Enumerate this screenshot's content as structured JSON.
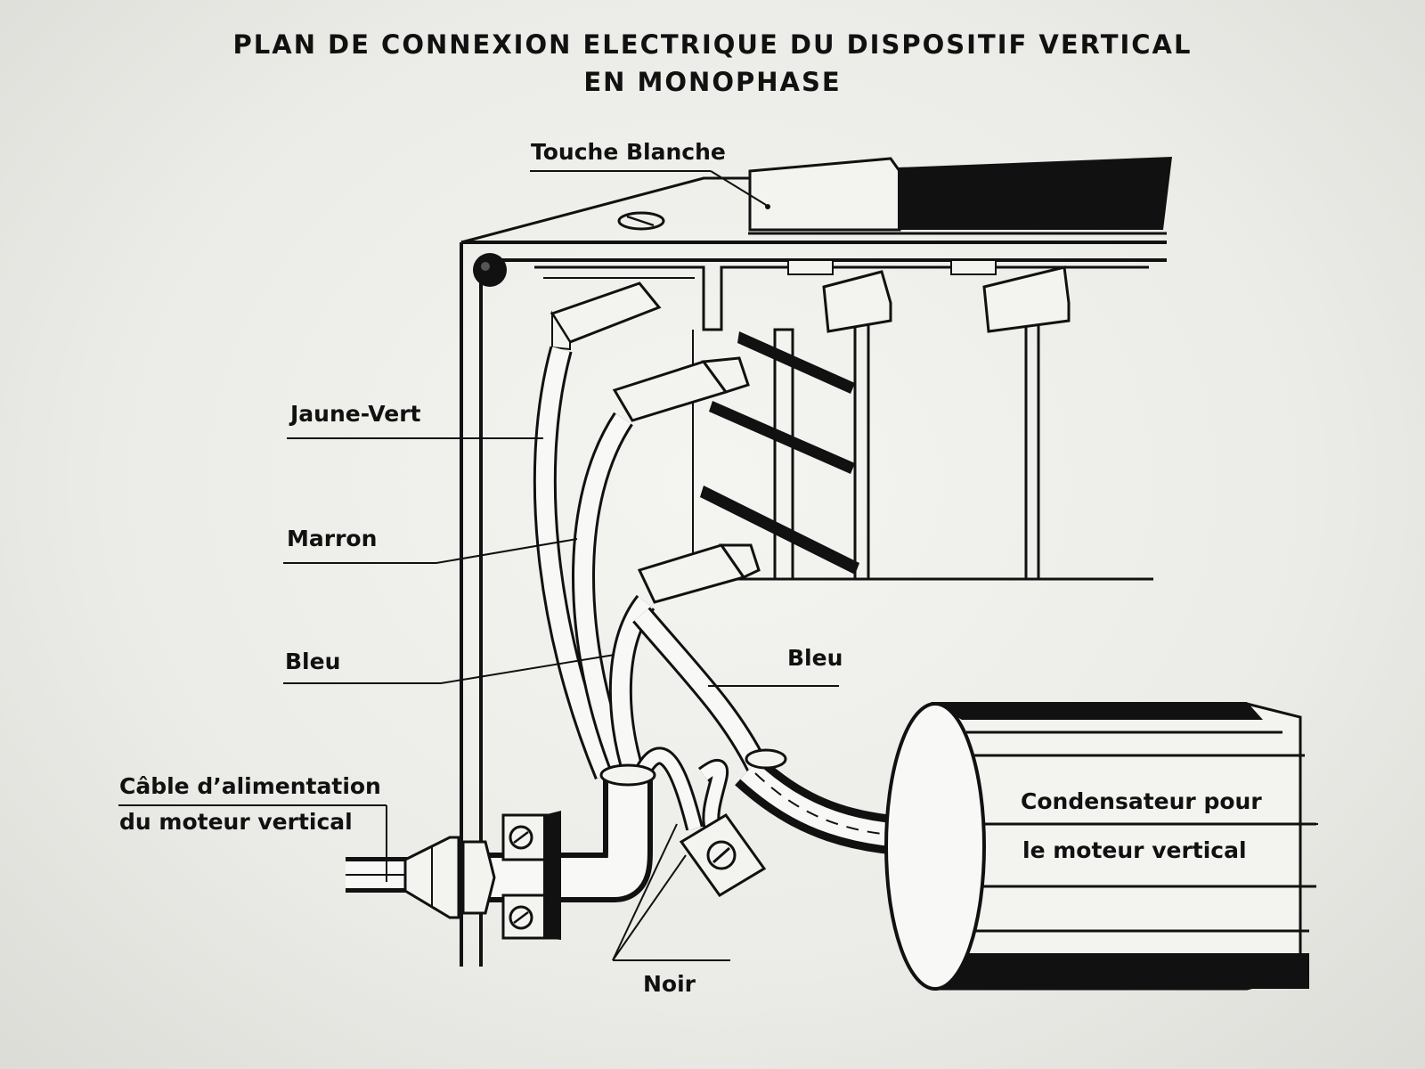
{
  "title_line1": "PLAN DE CONNEXION ELECTRIQUE DU DISPOSITIF VERTICAL",
  "title_line2": "EN MONOPHASE",
  "labels": {
    "touche_blanche": "Touche Blanche",
    "jaune_vert": "Jaune-Vert",
    "marron": "Marron",
    "bleu_left": "Bleu",
    "bleu_right": "Bleu",
    "cable_line1": "Câble d’alimentation",
    "cable_line2": "du moteur vertical",
    "condensateur_line1": "Condensateur pour",
    "condensateur_line2": "le moteur vertical",
    "noir": "Noir"
  },
  "colors": {
    "ink": "#111111",
    "paper": "#f2f2ef"
  }
}
